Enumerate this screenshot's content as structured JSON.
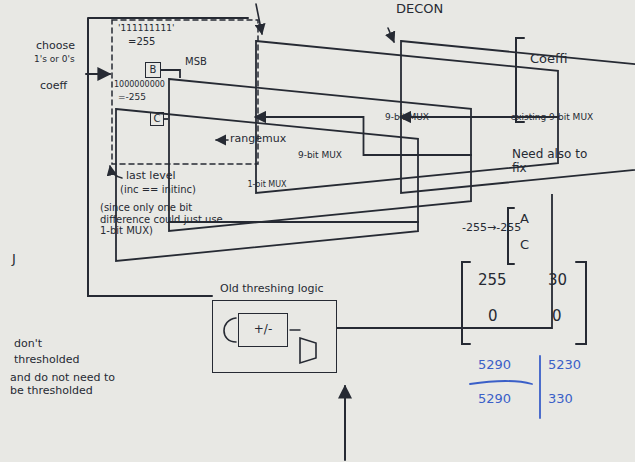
{
  "diagram": {
    "nodes": [
      {
        "text": [
          "B"
        ]
      },
      {
        "text": [
          "9-bit MUX"
        ]
      },
      {
        "text": [
          "C"
        ]
      },
      {
        "text": [
          "1-bit MUX"
        ]
      },
      {
        "text": [
          "9-bit MUX"
        ]
      },
      {
        "text": [
          "existing 9-bit MUX"
        ]
      },
      {
        "text": [
          "Old threshing logic"
        ]
      },
      {
        "text": [
          "+/-"
        ],
        "in": 6
      }
    ],
    "edges": [
      {
        "from": 0,
        "to": 1,
        "arrow": "none"
      },
      {
        "from": 2,
        "to": 1,
        "arrow": "none"
      },
      {
        "from": 3,
        "to": 1,
        "arrow": "none"
      },
      {
        "from": 1,
        "to": 4,
        "arrow": "to"
      },
      {
        "from": 4,
        "to": 5,
        "arrow": "to"
      },
      {
        "from": 6,
        "to": 5,
        "arrow": "none"
      }
    ],
    "labels": [
      "DECON",
      "choose",
      "1's or 0's",
      "coeff",
      "'111111111'",
      "=255",
      "MSB",
      "1000000000",
      "=-255",
      "rangemux",
      "last level",
      "(inc == initinc)",
      "(since only one bit difference could just use 1-bit MUX)",
      "Coeffi",
      "Need also to fix",
      "-255→-255",
      "A",
      "C",
      "255",
      "30",
      "0",
      "0",
      "5290",
      "5230",
      "5290",
      "330",
      "J",
      "don't",
      "thresholded",
      "and do not need to be thresholded"
    ]
  }
}
